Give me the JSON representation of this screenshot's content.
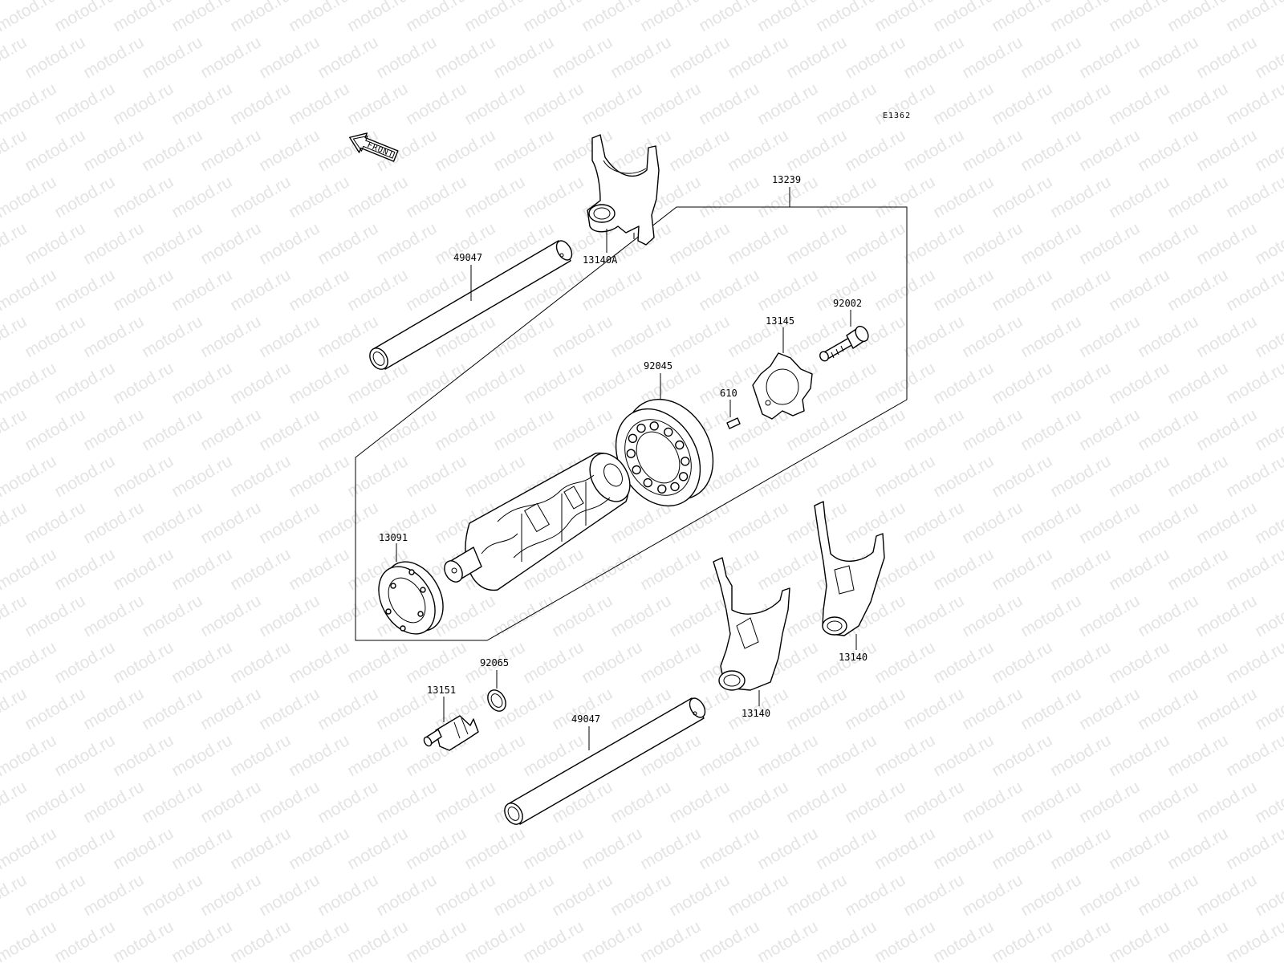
{
  "watermark": "motod.ru",
  "diagram_code": "E1362",
  "front_indicator": "FRONT",
  "callouts": {
    "fork_top": "13140A",
    "shaft_top": "49047",
    "drum_assembly": "13239",
    "bolt": "92002",
    "drum_plate": "13145",
    "pin": "610",
    "bearing_large": "92045",
    "bearing_small": "13091",
    "washer": "92065",
    "switch": "13151",
    "shaft_bottom": "49047",
    "fork_mid": "13140",
    "fork_right": "13140"
  }
}
